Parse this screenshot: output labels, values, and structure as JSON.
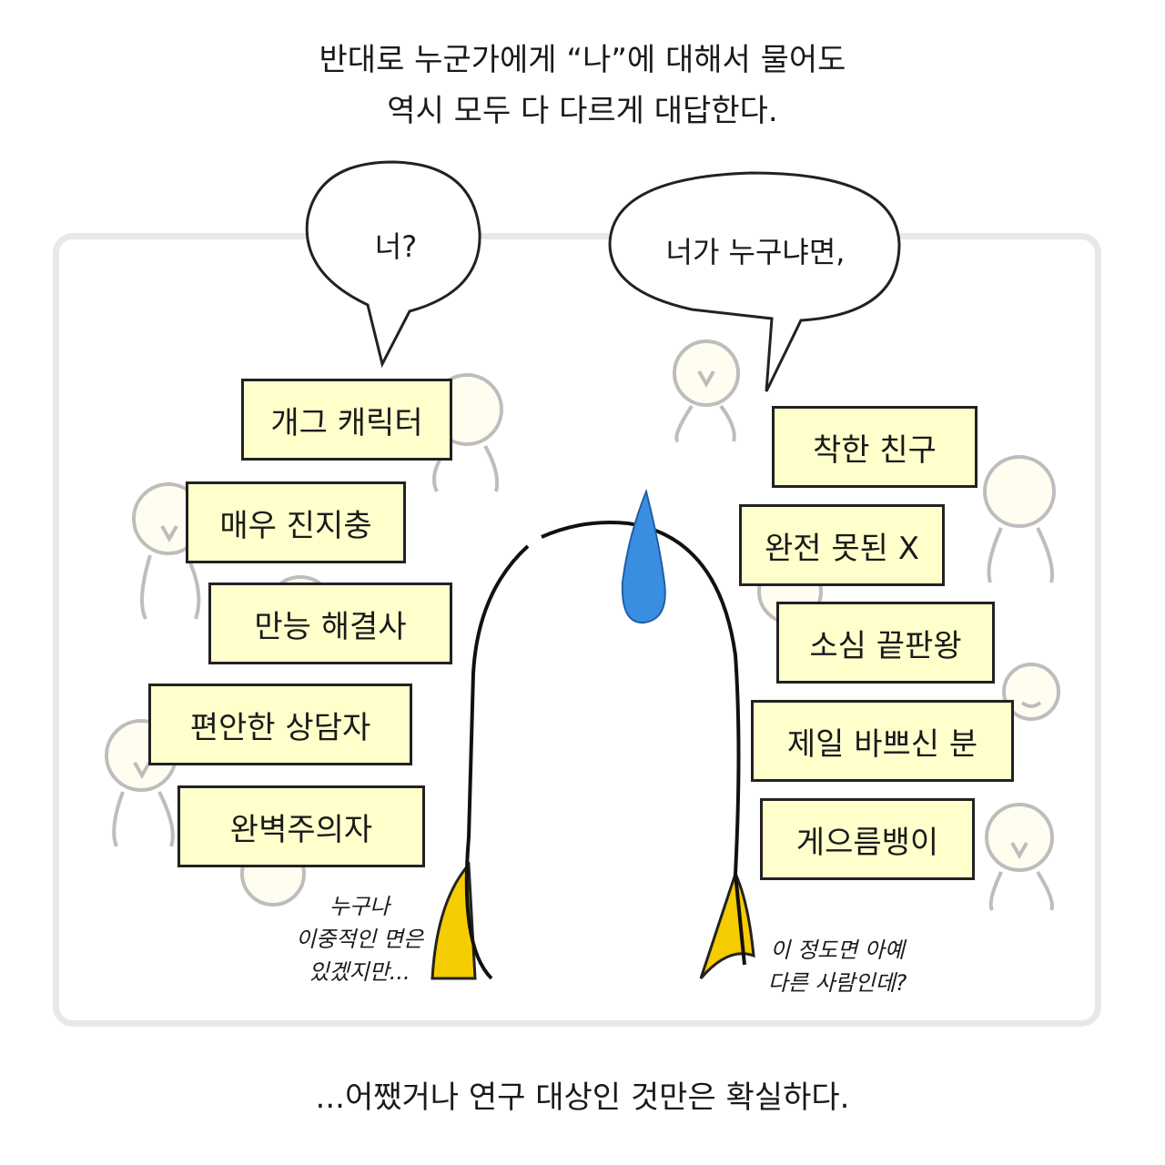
{
  "caption_top": {
    "line1": "반대로 누군가에게 “나”에 대해서 물어도",
    "line2": "역시 모두 다 다르게 대답한다."
  },
  "caption_bottom": "...어쨌거나 연구 대상인 것만은 확실하다.",
  "bubble_left": "너?",
  "bubble_right": "너가 누구냐면,",
  "labels_left": [
    "개그 캐릭터",
    "매우 진지충",
    "만능 해결사",
    "편안한 상담자",
    "완벽주의자"
  ],
  "labels_right": [
    "착한 친구",
    "완전 못된 X",
    "소심 끝판왕",
    "제일 바쁘신 분",
    "게으름뱅이"
  ],
  "note_left": {
    "line1": "누구나",
    "line2": "이중적인 면은",
    "line3": "있겠지만..."
  },
  "note_right": {
    "line1": "이 정도면 아예",
    "line2": "다른 사람인데?"
  },
  "colors": {
    "label_fill": "#ffffcc",
    "sweat_drop": "#3a8ee0",
    "shade": "#f5cc00",
    "frame": "#e8e8e8"
  }
}
